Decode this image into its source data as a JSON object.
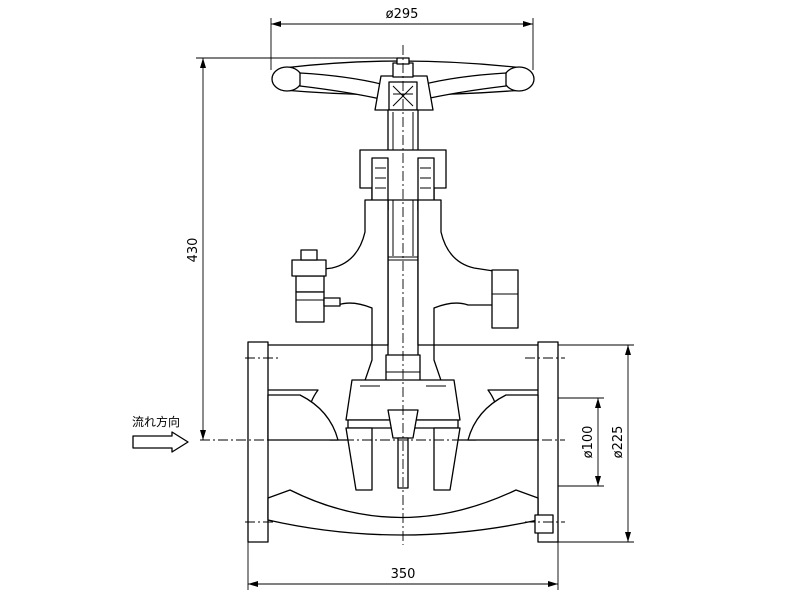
{
  "dimensions": {
    "handwheel_diameter": "ø295",
    "overall_height": "430",
    "face_to_face": "350",
    "port_diameter": "ø100",
    "flange_bolt_circle": "ø225"
  },
  "flow_direction_label": "流れ方向"
}
